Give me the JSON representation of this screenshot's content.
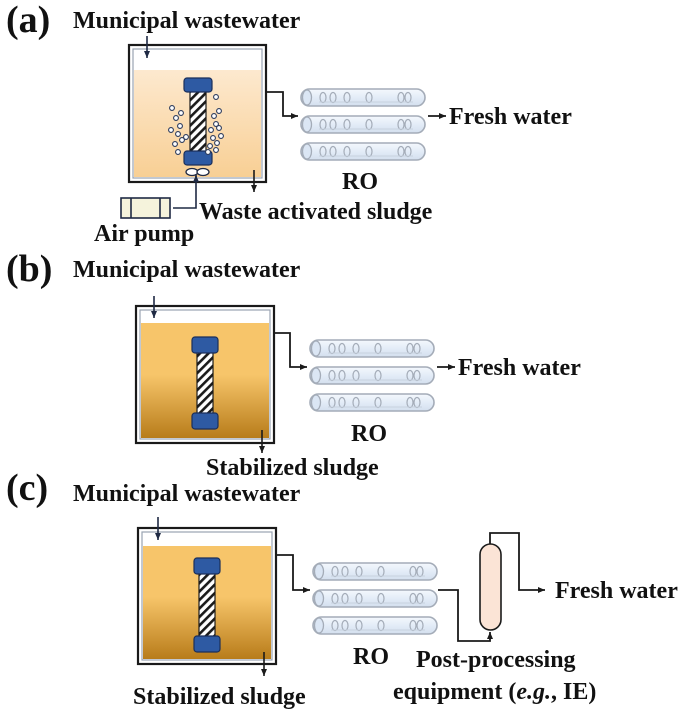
{
  "figure": {
    "colors": {
      "line": "#1a1a1a",
      "arrow_dark": "#1f2a44",
      "membrane_cap": "#2e5aa3",
      "membrane_cap_stroke": "#1b2f5a",
      "aerobic_liquid_top": "#fde9cf",
      "aerobic_liquid_bottom": "#f8cf94",
      "anaerobic_liquid_top": "#f7c56a",
      "anaerobic_liquid_bottom": "#b87c1a",
      "ro_tube_fill": "#e6eef8",
      "ro_tube_stroke": "#a4acb8",
      "post_vessel_fill": "#fbe4d6",
      "air_pump_fill": "#f5f3dc"
    },
    "panels": [
      {
        "id": "a",
        "label": "(a)",
        "influent": "Municipal wastewater",
        "reactor_type": "aerobic",
        "ro_label": "RO",
        "product": "Fresh water",
        "sludge": "Waste activated sludge",
        "aeration": "Air pump"
      },
      {
        "id": "b",
        "label": "(b)",
        "influent": "Municipal wastewater",
        "reactor_type": "anaerobic",
        "ro_label": "RO",
        "product": "Fresh water",
        "sludge": "Stabilized sludge"
      },
      {
        "id": "c",
        "label": "(c)",
        "influent": "Municipal wastewater",
        "reactor_type": "anaerobic",
        "ro_label": "RO",
        "product": "Fresh water",
        "sludge": "Stabilized sludge",
        "post_processing_line1": "Post-processing",
        "post_processing_line2_prefix": "equipment (",
        "post_processing_line2_italic": "e.g.",
        "post_processing_line2_suffix": ", IE)"
      }
    ]
  }
}
